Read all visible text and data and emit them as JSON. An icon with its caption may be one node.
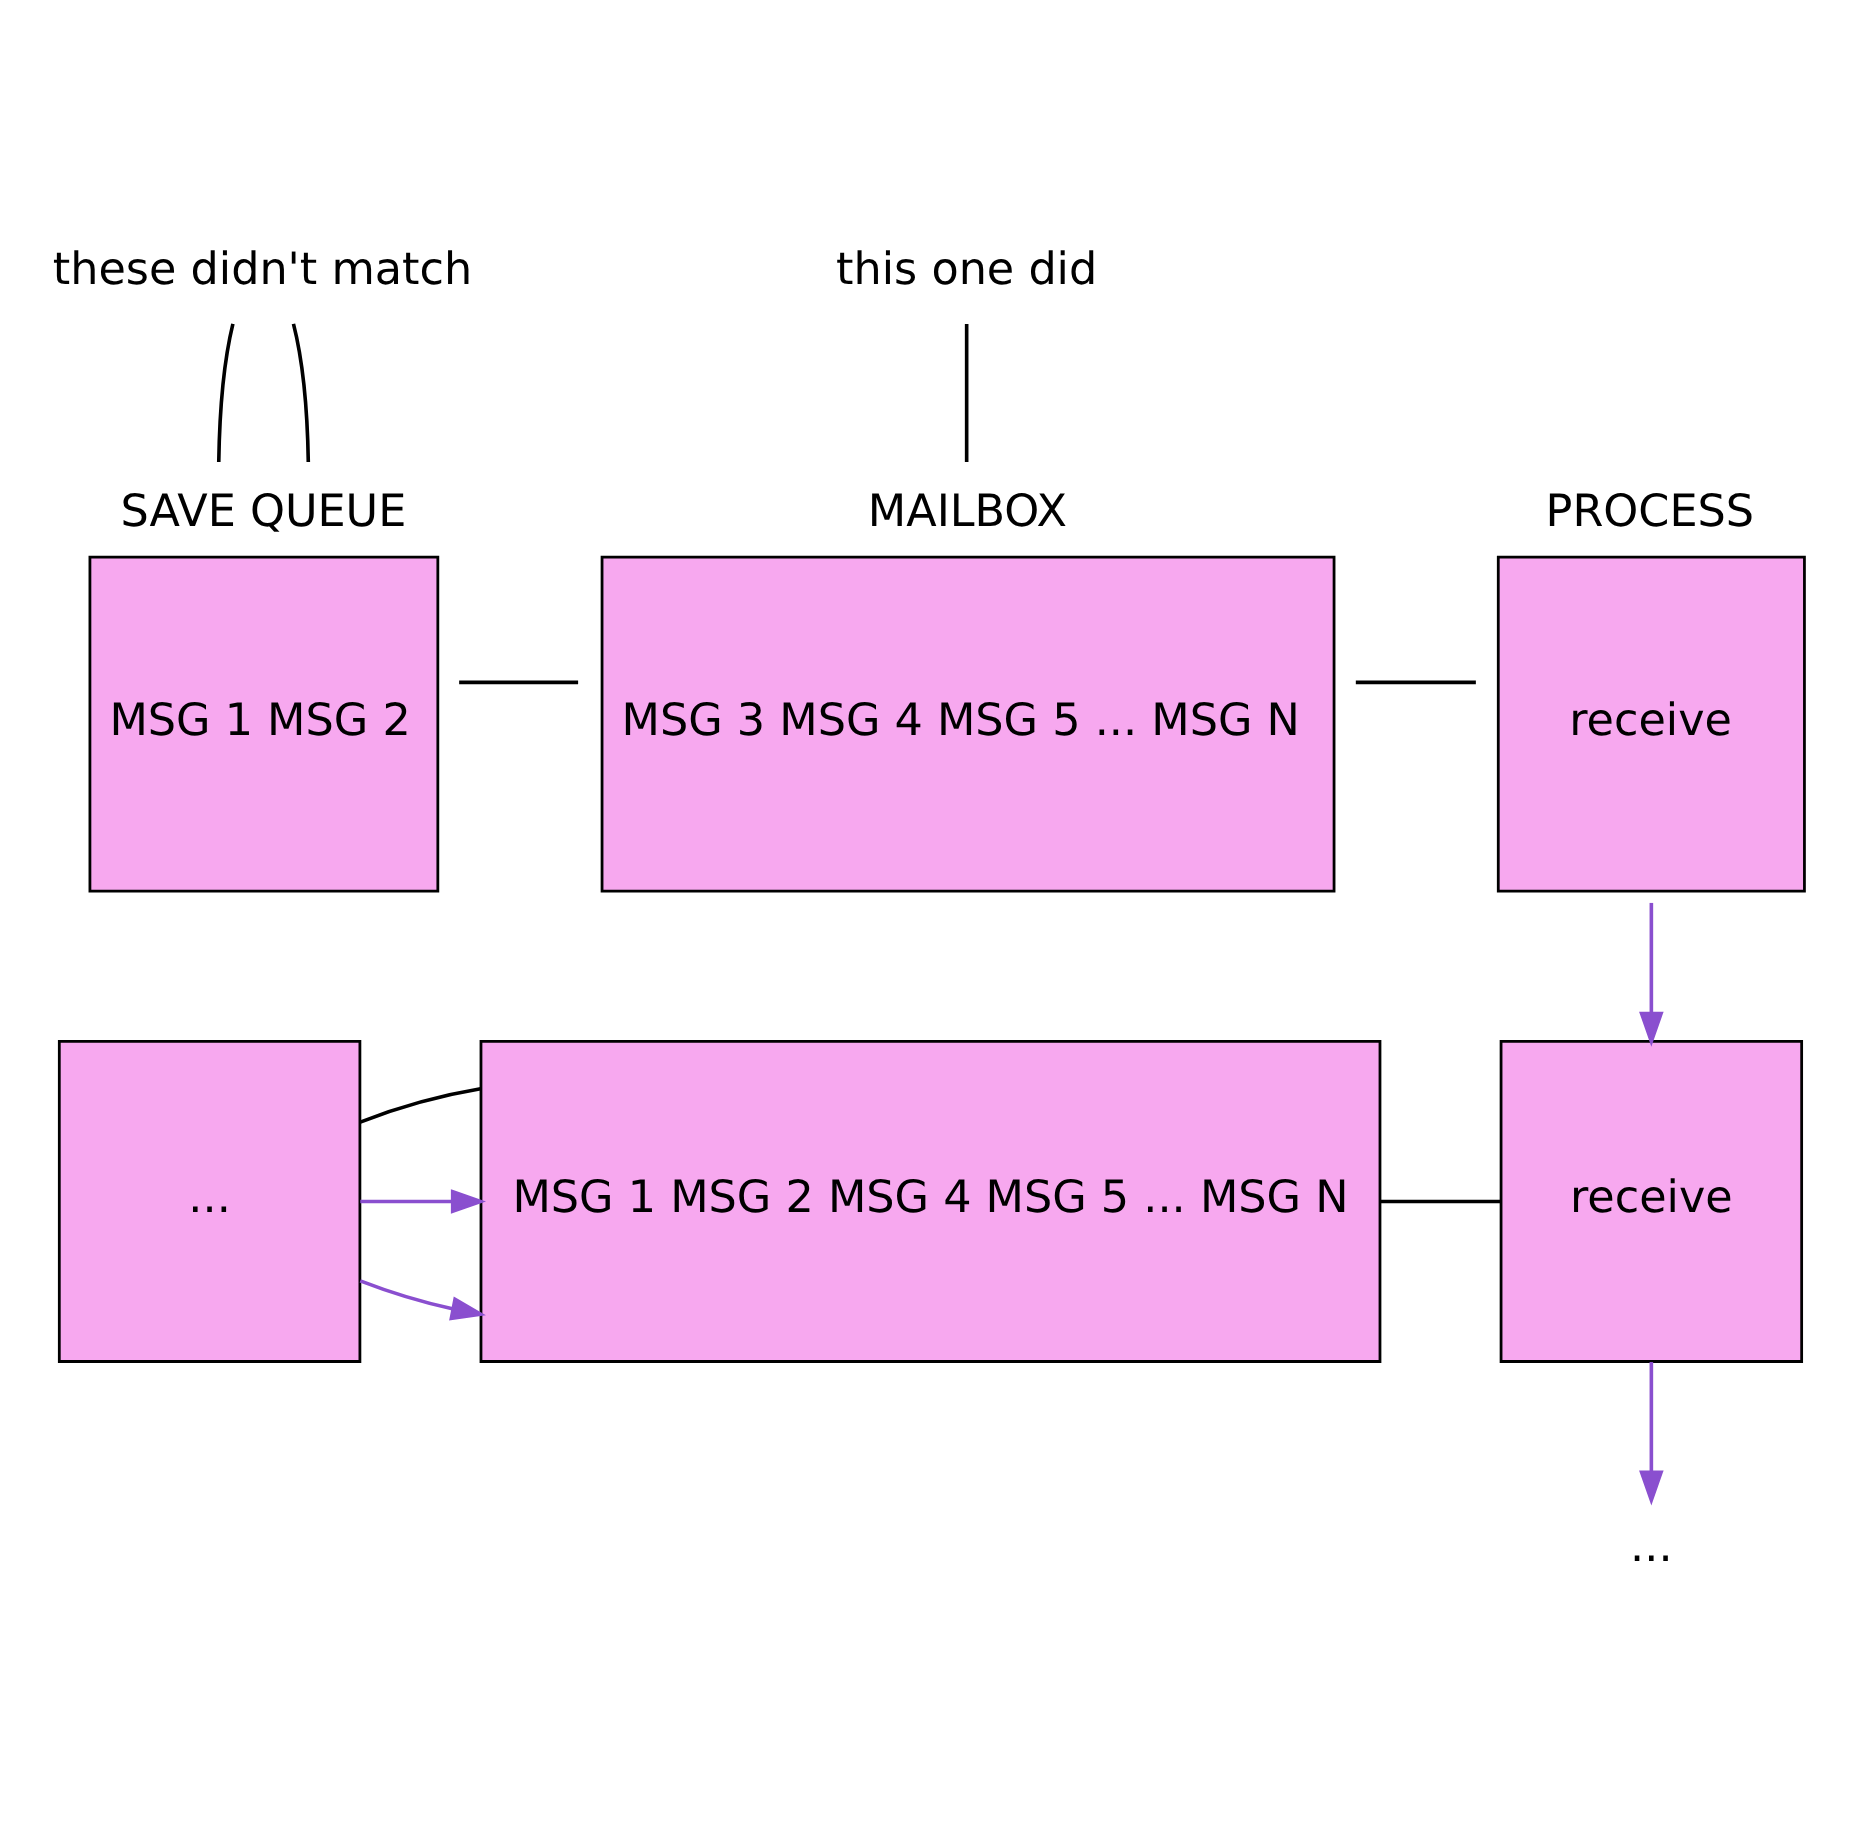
{
  "diagram": {
    "nodes": [
      {
        "text": [
          "these didn't match"
        ]
      },
      {
        "text": [
          "this one did"
        ]
      },
      {
        "text": [
          "SAVE QUEUE",
          "MSG 1 MSG 2"
        ]
      },
      {
        "text": [
          "MAILBOX",
          "MSG 3 MSG 4 MSG 5 ... MSG N"
        ]
      },
      {
        "text": [
          "PROCESS",
          "receive"
        ]
      },
      {
        "text": [
          "..."
        ]
      },
      {
        "text": [
          "MSG 1 MSG 2 MSG 4 MSG 5 ... MSG N"
        ]
      },
      {
        "text": [
          "receive"
        ]
      },
      {
        "text": [
          "..."
        ]
      }
    ],
    "edges": [
      {
        "from": 0,
        "to": 2,
        "arrow": "none"
      },
      {
        "from": 0,
        "to": 2,
        "arrow": "none"
      },
      {
        "from": 1,
        "to": 3,
        "arrow": "none"
      },
      {
        "from": 2,
        "to": 3,
        "arrow": "none"
      },
      {
        "from": 3,
        "to": 4,
        "arrow": "none"
      },
      {
        "from": 4,
        "to": 7,
        "arrow": "to",
        "color": "#8a4fcf"
      },
      {
        "from": 5,
        "to": 6,
        "arrow": "to",
        "color": "#8a4fcf"
      },
      {
        "from": 5,
        "to": 6,
        "arrow": "to",
        "color": "#8a4fcf"
      },
      {
        "from": 5,
        "to": 6,
        "arrow": "none"
      },
      {
        "from": 6,
        "to": 7,
        "arrow": "none"
      },
      {
        "from": 7,
        "to": 8,
        "arrow": "to",
        "color": "#8a4fcf"
      }
    ]
  }
}
